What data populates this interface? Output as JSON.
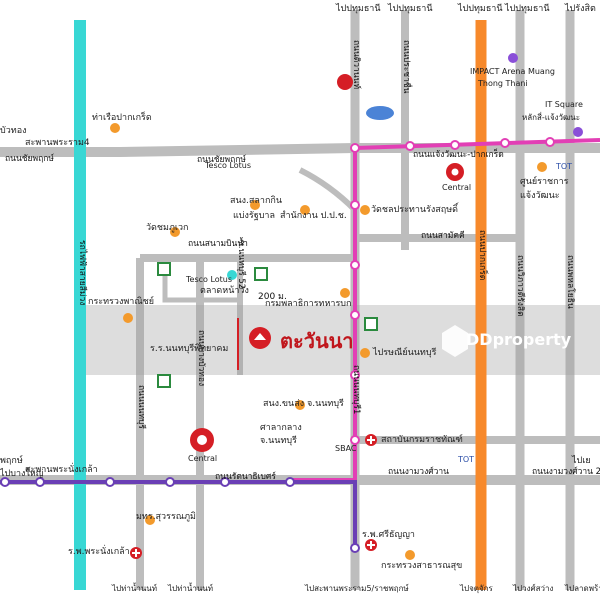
{
  "place_name": "ตะวันนา",
  "distance_label": "200 ม.",
  "watermark": "DDproperty",
  "colors": {
    "road": "#bdbdbd",
    "magenta_line": "#e23fb5",
    "orange_line": "#f7892b",
    "purple_line": "#6a3fb5",
    "cyan_line": "#38d7d4",
    "pin": "#d51e25"
  },
  "top_labels": [
    "ไปปทุมธานี",
    "ไปปทุมธานี",
    "ไปปทุมธานี",
    "ไปปทุมธานี",
    "ไปรังสิต"
  ],
  "bottom_labels": [
    "ไปท่าน้ำนนท์",
    "ไปท่าน้ำนนท์",
    "ไปสะพานพระราม5/ราชพฤกษ์",
    "ไปจตุจักร",
    "ไปวงศ์สว่าง",
    "ไปลาดพร้าว"
  ],
  "left_labels": [
    "บัวทอง",
    "ถนนชัยพฤกษ์",
    "พฤกษ์",
    "ไปบางใหญ่"
  ],
  "right_labels": [
    "ไปเย"
  ],
  "roads": {
    "chaiyapruek": "ถนนชัยพฤกษ์",
    "chaengwattana": "ถนนแจ้งวัฒนะ-ปากเกร็ด",
    "sanambinnam": "ถนนสนามบินน้ำ",
    "samakkhi": "ถนนสามัคคี",
    "rattanathibet": "ถนนรัตนาธิเบศร์",
    "ngamwongwan": "ถนนงามวงศ์วาน",
    "tiwanon": "ถนนติวานนท์",
    "prachachuen": "ถนนประชาชื่น",
    "nonthaburi1": "ถนนนนทบุรี1",
    "pak_kret_road": "ถนนปากเกร็ด",
    "vibhavadi": "ถนนวิภาวดีรังสิต",
    "soi_ngamwongwan": "ถนนงามวงศ์วาน 2",
    "phahonyothin": "ถนนพหลโยธิน",
    "bang_bua_thong": "ถนนบางบัวทอง",
    "phra_nang_klao": "ถนนนนทบุรี",
    "mrt_purple": "รถไฟฟ้าสายสีม่วง",
    "soi_52": "ซ.นนทบุรี 52"
  },
  "landmarks": {
    "pier": "ท่าเรือปากเกร็ด",
    "bridge_rama4": "สะพานพระราม4",
    "bridge_nangklao": "สะพานพระนั่งเกล้า",
    "wat_chomphuwek": "วัดชมภูเวก",
    "sonong_salakkin": "สนง.สลากกิน",
    "baeng_ratthaban": "แบ่งรัฐบาล",
    "office_ppch": "สำนักงาน ป.ป.ช.",
    "wat_prasat": "วัดชลประทานรังสฤษดิ์",
    "market_wat": "ตลาดหน้าวัง",
    "dept_land": "กรมพลาธิการทหารบก",
    "ministry_commerce": "กระทรวงพาณิชย์",
    "school": "ร.ร.นนทบุรีพิทยาคม",
    "post_office": "ไปรษณีย์นนทบุรี",
    "district_office": "สนง.ขนส่ง จ.นนทบุรี",
    "court": "ศาลากลาง",
    "court2": "จ.นนทบุรี",
    "sbac": "SBAC",
    "prison": "สถาบันกรมราชทัณฑ์",
    "central": "Central",
    "tesco1": "Tesco Lotus",
    "tesco2": "Tesco Lotus",
    "impact": "IMPACT Arena Muang",
    "impact2": "Thong Thani",
    "itsquare": "IT Square",
    "itsquare2": "หลักสี่-แจ้งวัฒนะ",
    "gov_center": "ศูนย์ราชการ",
    "chaeng": "แจ้งวัฒนะ",
    "central_label": "Central",
    "mor_suan": "มทร.สุวรรณภูมิ",
    "hosp_phra": "ร.พ.พระนั่งเกล้า",
    "hosp_sri": "ร.พ.ศรีธัญญา",
    "ministry_health": "กระทรวงสาธารณสุข",
    "ttl": "TOT",
    "ttl2": "TOT"
  }
}
